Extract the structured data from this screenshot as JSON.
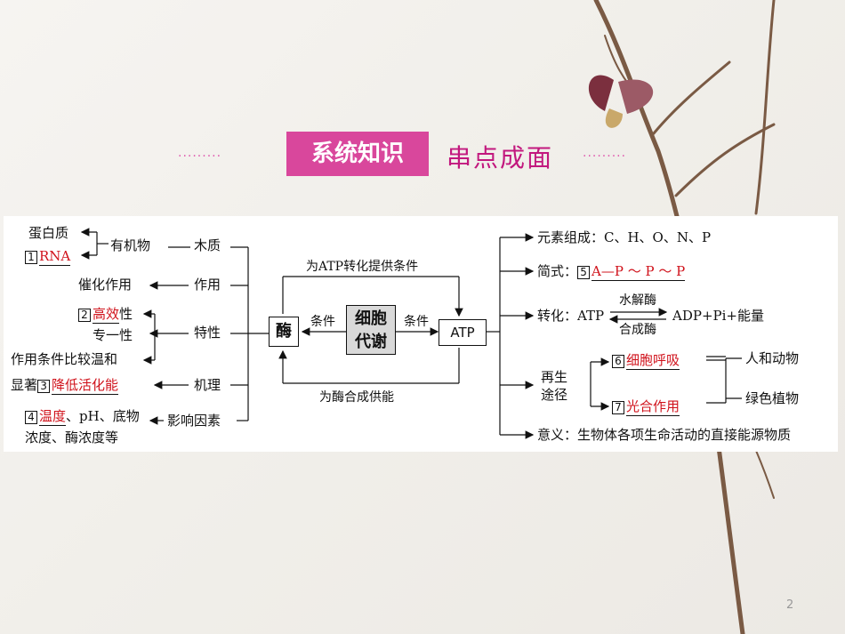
{
  "header": {
    "title_box": "系统知识",
    "title_sub": "串点成面",
    "dots_left": "·········",
    "dots_right": "·········"
  },
  "diagram": {
    "center": "细胞代谢",
    "enzyme": "酶",
    "atp": "ATP",
    "top_arrow_label": "为ATP转化提供条件",
    "bottom_arrow_label": "为酶合成供能",
    "left_condition": "条件",
    "right_condition": "条件",
    "left": {
      "nature": "木质",
      "organic": "有机物",
      "protein": "蛋白质",
      "rna_num": "1",
      "rna": "RNA",
      "function": "作用",
      "catalysis": "催化作用",
      "property": "特性",
      "high_num": "2",
      "high_eff": "高效",
      "high_suffix": "性",
      "specific": "专一性",
      "mild": "作用条件比较温和",
      "mechanism": "机理",
      "notable": "显著",
      "lower_num": "3",
      "lower": "降低活化能",
      "factors": "影响因素",
      "factor_num": "4",
      "temp": "温度",
      "factor_rest": "、pH、底物",
      "factor_line2": "浓度、酶浓度等"
    },
    "right": {
      "elements": "元素组成：C、H、O、N、P",
      "formula_label": "简式：",
      "formula_num": "5",
      "formula": "A—P ～ P ～ P",
      "conv_label": "转化：ATP",
      "hydrolase": "水解酶",
      "synthase": "合成酶",
      "conv_product": "ADP+Pi+能量",
      "regen_1": "再生",
      "regen_2": "途径",
      "resp_num": "6",
      "respiration": "细胞呼吸",
      "photo_num": "7",
      "photosynthesis": "光合作用",
      "humans": "人和动物",
      "plants": "绿色植物",
      "meaning": "意义：生物体各项生命活动的直接能源物质"
    }
  },
  "page_number": "2"
}
